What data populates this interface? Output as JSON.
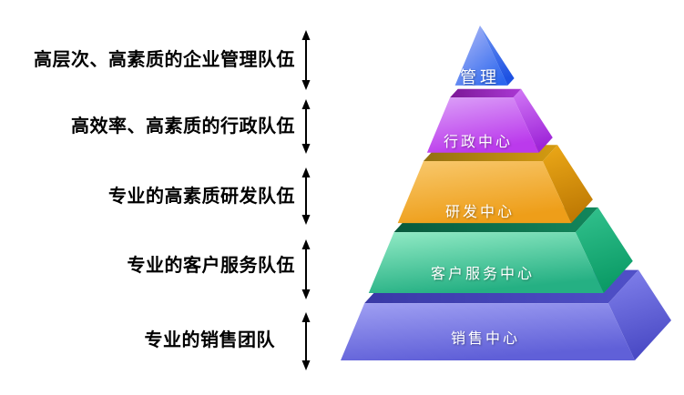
{
  "background": "#ffffff",
  "left_labels": [
    "高层次、高素质的企业管理队伍",
    "高效率、高素质的行政队伍",
    "专业的高素质研发队伍",
    "专业的客户服务队伍",
    "专业的销售团队"
  ],
  "arrow": {
    "color": "#000000",
    "style": "double-headed-vertical"
  },
  "pyramid": {
    "label_color": "#ffffff",
    "levels": [
      {
        "label": "管理",
        "front_light": "#b6bef7",
        "front_dark": "#2b66ee",
        "side_light": "#6f95f3",
        "side_dark": "#1d51e2"
      },
      {
        "label": "行政中心",
        "front_light": "#dca2f8",
        "front_dark": "#bb3aec",
        "side_light": "#d279f6",
        "side_dark": "#9e25d8",
        "top_light": "#aa38d4",
        "top_dark": "#7c1897"
      },
      {
        "label": "研发中心",
        "front_light": "#f8c96e",
        "front_dark": "#ee9e19",
        "side_light": "#eca918",
        "side_dark": "#bf7a04",
        "top_light": "#d59b11",
        "top_dark": "#927010"
      },
      {
        "label": "客户服务中心",
        "front_light": "#93ebc6",
        "front_dark": "#25b083",
        "side_light": "#33c28e",
        "side_dark": "#0b9b66",
        "top_light": "#13875c",
        "top_dark": "#07593c"
      },
      {
        "label": "销售中心",
        "front_light": "#a0a0f3",
        "front_dark": "#6060d8",
        "side_light": "#8282ec",
        "side_dark": "#4a4ac5",
        "top_light": "#5050c8",
        "top_dark": "#3939a6"
      }
    ]
  }
}
